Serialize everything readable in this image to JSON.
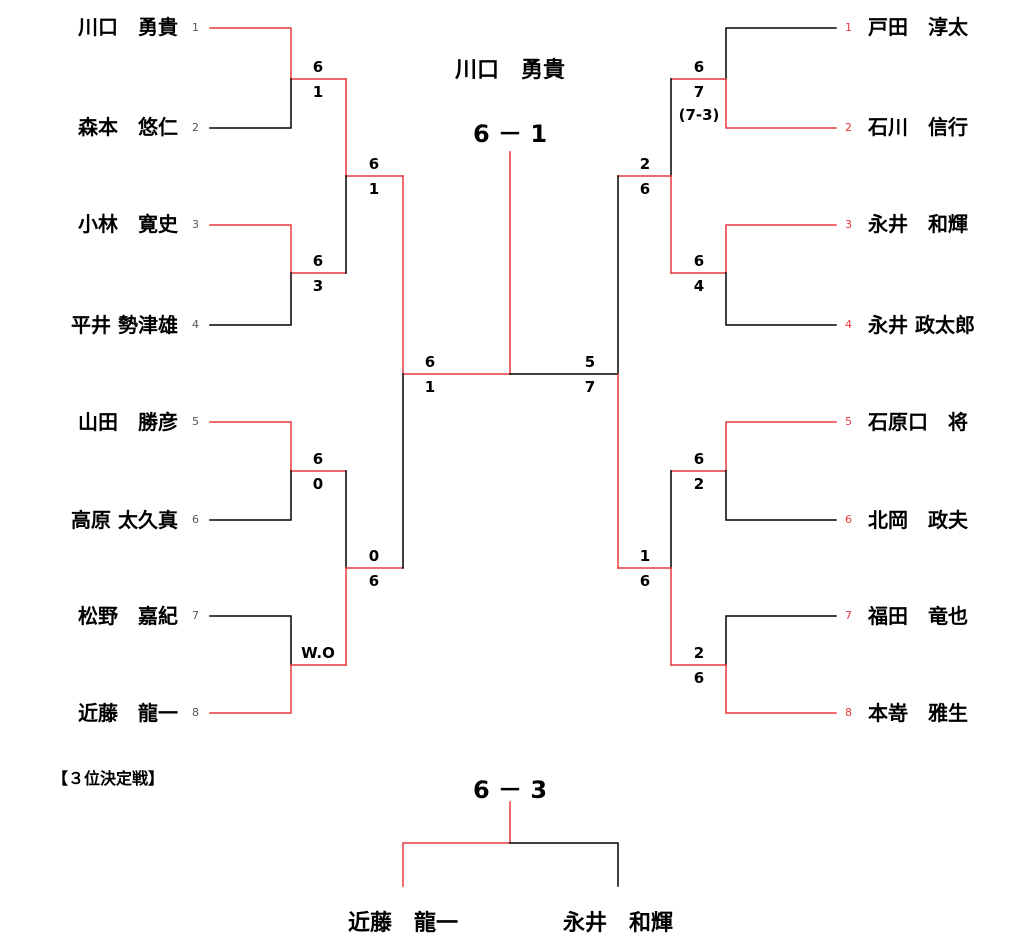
{
  "champion": "川口　勇貴",
  "final_score": "6 － 1",
  "left_players": [
    {
      "seed": "1",
      "name": "川口　勇貴"
    },
    {
      "seed": "2",
      "name": "森本　悠仁"
    },
    {
      "seed": "3",
      "name": "小林　寛史"
    },
    {
      "seed": "4",
      "name": "平井 勢津雄"
    },
    {
      "seed": "5",
      "name": "山田　勝彦"
    },
    {
      "seed": "6",
      "name": "高原 太久真"
    },
    {
      "seed": "7",
      "name": "松野　嘉紀"
    },
    {
      "seed": "8",
      "name": "近藤　龍一"
    }
  ],
  "right_players": [
    {
      "seed": "1",
      "name": "戸田　淳太"
    },
    {
      "seed": "2",
      "name": "石川　信行"
    },
    {
      "seed": "3",
      "name": "永井　和輝"
    },
    {
      "seed": "4",
      "name": "永井 政太郎"
    },
    {
      "seed": "5",
      "name": "石原口　将"
    },
    {
      "seed": "6",
      "name": "北岡　政夫"
    },
    {
      "seed": "7",
      "name": "福田　竜也"
    },
    {
      "seed": "8",
      "name": "本嵜　雅生"
    }
  ],
  "left_scores": {
    "r1": [
      [
        "6",
        "1"
      ],
      [
        "6",
        "3"
      ],
      [
        "6",
        "0"
      ],
      [
        "W.O",
        ""
      ]
    ],
    "r2": [
      [
        "6",
        "1"
      ],
      [
        "0",
        "6"
      ]
    ],
    "sf": [
      "6",
      "1"
    ]
  },
  "right_scores": {
    "r1": [
      [
        "6",
        "7",
        "(7-3)"
      ],
      [
        "6",
        "4"
      ],
      [
        "6",
        "2"
      ],
      [
        "2",
        "6"
      ]
    ],
    "r2": [
      [
        "2",
        "6"
      ],
      [
        "1",
        "6"
      ]
    ],
    "sf": [
      "5",
      "7"
    ]
  },
  "third_place": {
    "label": "【３位決定戦】",
    "score": "6 － 3",
    "left": "近藤　龍一",
    "right": "永井　和輝"
  },
  "colors": {
    "win": "#e8383d",
    "lose": "#000000"
  }
}
